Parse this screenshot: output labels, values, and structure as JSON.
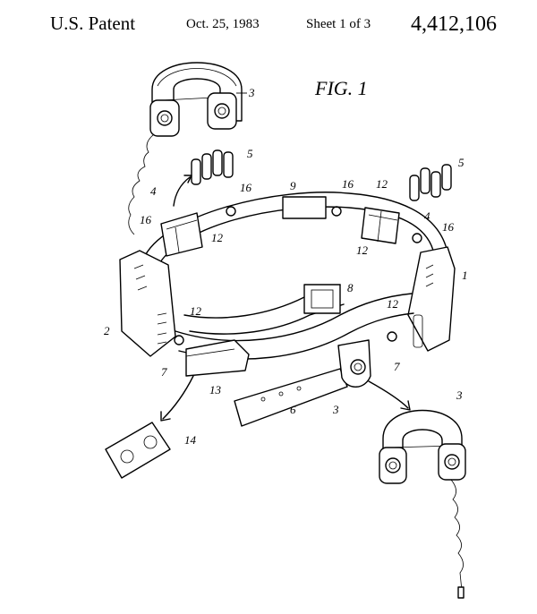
{
  "header": {
    "left": "U.S. Patent",
    "date": "Oct. 25, 1983",
    "sheet": "Sheet 1 of 3",
    "number": "4,412,106"
  },
  "figure": {
    "title": "FIG. 1",
    "labels": {
      "l1": "1",
      "l2": "2",
      "l3a": "3",
      "l3b": "3",
      "l3c": "3",
      "l4a": "4",
      "l4b": "4",
      "l5a": "5",
      "l5b": "5",
      "l6": "6",
      "l7a": "7",
      "l7b": "7",
      "l8": "8",
      "l9": "9",
      "l12a": "12",
      "l12b": "12",
      "l12c": "12",
      "l12d": "12",
      "l12e": "12",
      "l13": "13",
      "l14": "14",
      "l16a": "16",
      "l16b": "16",
      "l16c": "16"
    }
  }
}
